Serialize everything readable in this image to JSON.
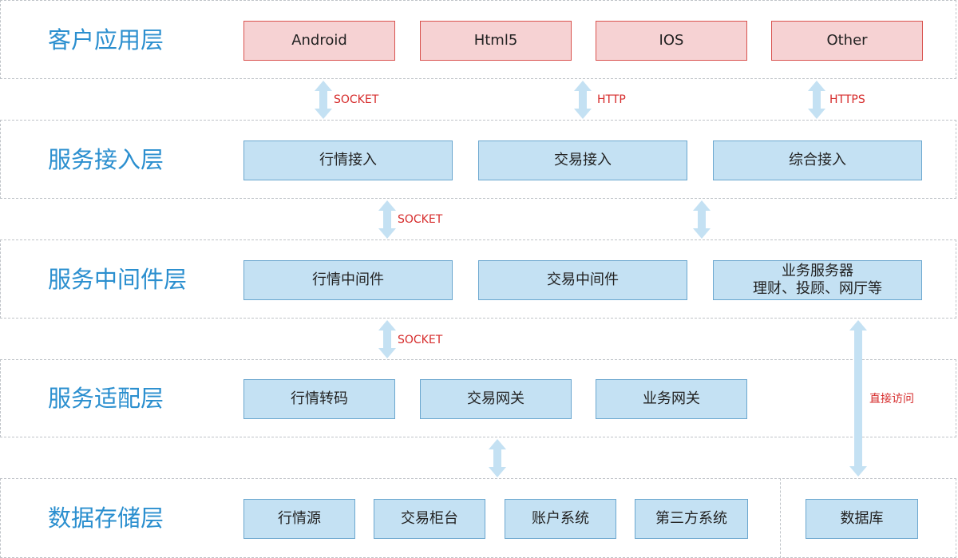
{
  "layers": [
    {
      "id": "client",
      "label": "客户应用层"
    },
    {
      "id": "access",
      "label": "服务接入层"
    },
    {
      "id": "middleware",
      "label": "服务中间件层"
    },
    {
      "id": "adapter",
      "label": "服务适配层"
    },
    {
      "id": "storage",
      "label": "数据存储层"
    }
  ],
  "client_boxes": [
    "Android",
    "Html5",
    "IOS",
    "Other"
  ],
  "access_boxes": [
    "行情接入",
    "交易接入",
    "综合接入"
  ],
  "middleware_boxes": [
    "行情中间件",
    "交易中间件"
  ],
  "business_box": {
    "line1": "业务服务器",
    "line2": "理财、投顾、网厅等"
  },
  "adapter_boxes": [
    "行情转码",
    "交易网关",
    "业务网关"
  ],
  "storage_boxes": [
    "行情源",
    "交易柜台",
    "账户系统",
    "第三方系统"
  ],
  "database_box": "数据库",
  "arrow_labels": {
    "socket_1": "SOCKET",
    "http": "HTTP",
    "https": "HTTPS",
    "socket_2": "SOCKET",
    "socket_3": "SOCKET",
    "direct_access": "直接访问"
  },
  "colors": {
    "layer_label": "#2b8fcf",
    "client_fill": "#f6d2d3",
    "client_border": "#d9534f",
    "service_fill": "#c4e1f3",
    "service_border": "#6ba7cf",
    "arrow_fill": "#c4e1f3",
    "arrow_label": "#d62b2b"
  }
}
